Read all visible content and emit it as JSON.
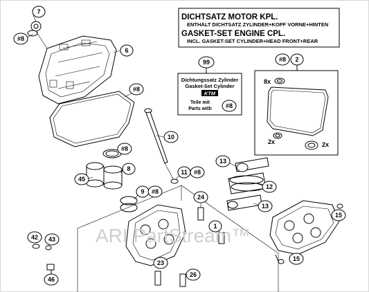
{
  "header_box": {
    "line1": "DICHTSATZ MOTOR KPL.",
    "line2": "ENTHÄLT DICHTSATZ ZYLINDER+KOPF VORNE+HINTEN",
    "line3": "GASKET-SET ENGINE CPL.",
    "line4": "INCL. GASKET-SET CYLINDER+HEAD FRONT+REAR"
  },
  "kit_box": {
    "number": "99",
    "title_de": "Dichtungssatz Zylinder",
    "title_en": "Gasket-Set Cylinder",
    "brand": "KTM",
    "note_line1": "Teile mit",
    "note_line2": "Parts with",
    "note_ref": "#8"
  },
  "gasket_set_box": {
    "number": "2",
    "ref": "#8",
    "qty_a": "8x",
    "qty_b": "2x",
    "qty_c": "2x"
  },
  "callouts": {
    "c7": "7",
    "c8a": "#8",
    "c6": "6",
    "c8b": "#8",
    "c10": "10",
    "c8c": "#8",
    "c8d": "8",
    "c45": "45",
    "c9": "9",
    "c8e": "#8",
    "c11": "11",
    "c8f": "#8",
    "c13a": "13",
    "c12": "12",
    "c13b": "13",
    "c24": "24",
    "c1": "1",
    "c15a": "15",
    "c15b": "15",
    "c42": "42",
    "c43": "43",
    "c46": "46",
    "c23": "23",
    "c26": "26"
  },
  "watermark": "ARI PartStream™"
}
